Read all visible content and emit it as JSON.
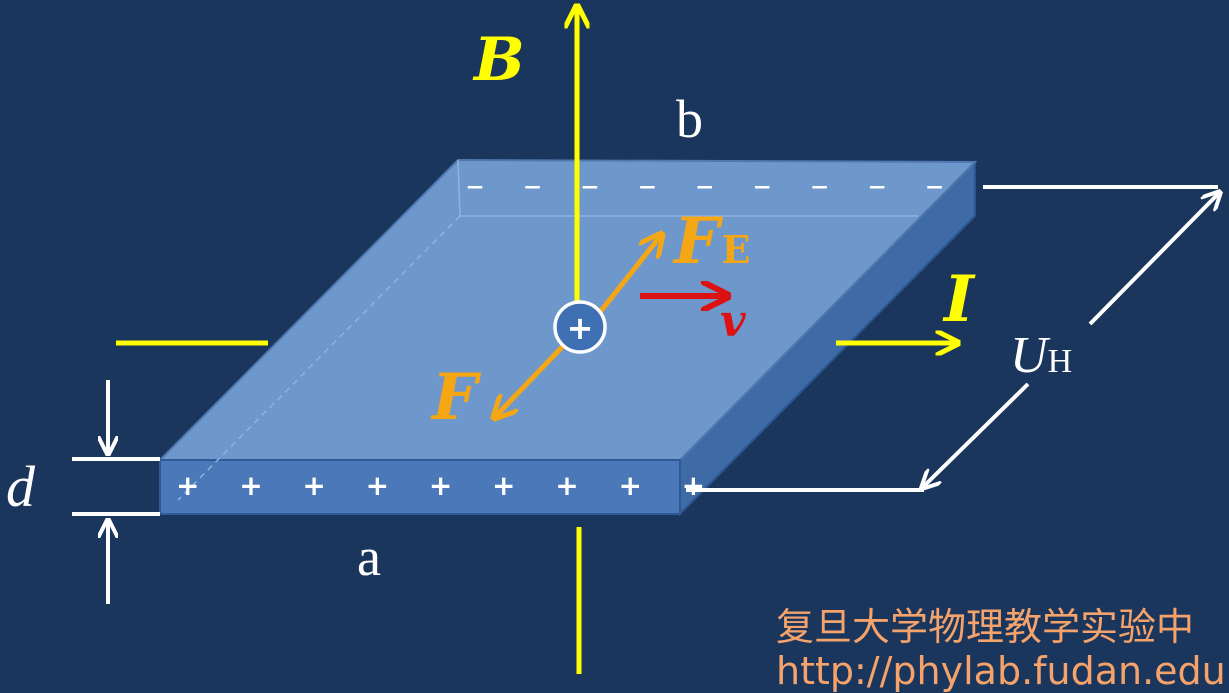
{
  "labels": {
    "B": "B",
    "b": "b",
    "a": "a",
    "d": "d",
    "F": "F",
    "F_E": "F",
    "F_E_sub": "E",
    "v": "v",
    "I": "I",
    "U_H": "U",
    "U_H_sub": "H",
    "plus": "+"
  },
  "charges": {
    "negative": "– – – – – – – – –",
    "positive": "+ + + + + + + + +"
  },
  "watermark": {
    "line1": "复旦大学物理教学实验中",
    "line2": "http://phylab.fudan.edu"
  },
  "colors": {
    "background": "#1b365d",
    "slab_top": "#6e98cc",
    "slab_front": "#4a78b8",
    "slab_side": "#3e6aa6",
    "magnetic_field": "#ffff00",
    "current": "#ffff00",
    "force": "#f5a614",
    "velocity": "#dd1111",
    "leads": "#ffffff",
    "watermark": "#f5a36a"
  }
}
